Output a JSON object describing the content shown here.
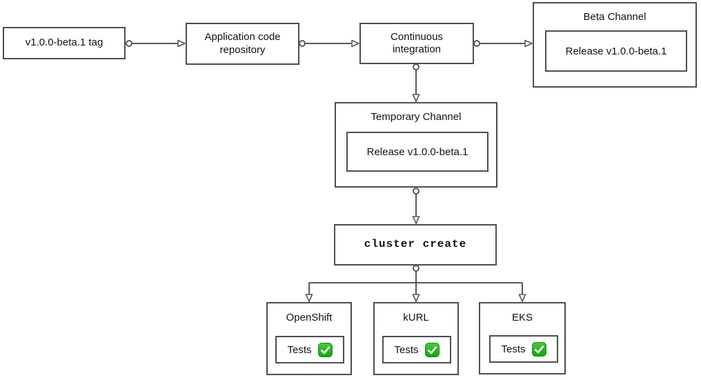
{
  "colors": {
    "background": "#ffffff",
    "box_border": "#4d4d4d",
    "connector": "#575757",
    "text": "#111111",
    "check_green": "#1fb418"
  },
  "nodes": {
    "tag": {
      "label": "v1.0.0-beta.1 tag"
    },
    "app_repo": {
      "label": "Application code repository"
    },
    "ci": {
      "label": "Continuous integration"
    },
    "beta_channel": {
      "title": "Beta Channel",
      "release": "Release v1.0.0-beta.1"
    },
    "temp_channel": {
      "title": "Temporary Channel",
      "release": "Release v1.0.0-beta.1"
    },
    "cluster_create": {
      "label": "cluster create"
    },
    "clusters": [
      {
        "title": "OpenShift",
        "tests_label": "Tests",
        "status_icon": "tests-passed-check"
      },
      {
        "title": "kURL",
        "tests_label": "Tests",
        "status_icon": "tests-passed-check"
      },
      {
        "title": "EKS",
        "tests_label": "Tests",
        "status_icon": "tests-passed-check"
      }
    ]
  }
}
